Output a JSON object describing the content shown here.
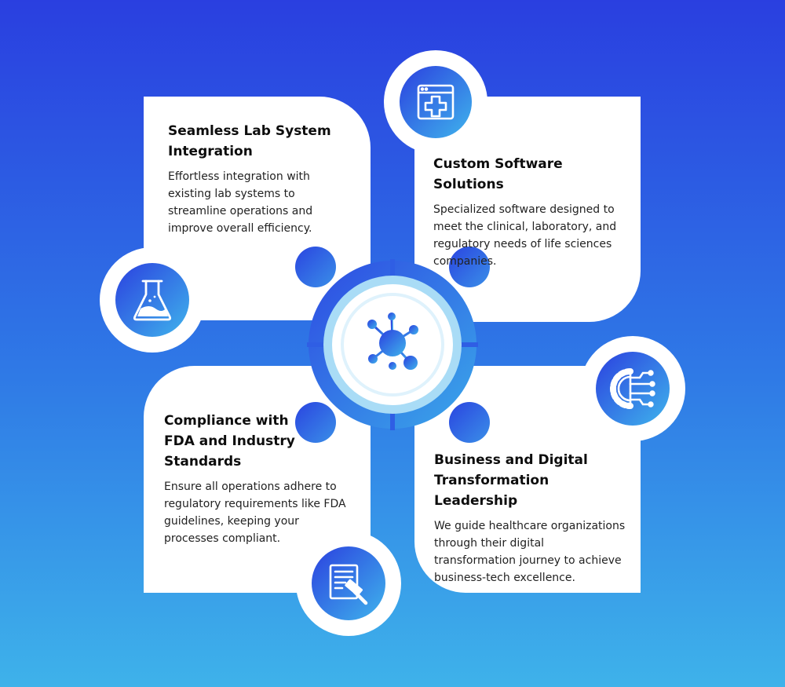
{
  "colors": {
    "card": "#ffffff",
    "icon_gradient_start": "#2b40df",
    "icon_gradient_end": "#3fb4ec",
    "hub_ring": "#a9dcf6"
  },
  "hub": {
    "icon": "virus-network-icon"
  },
  "cards": [
    {
      "title": "Seamless Lab System Integration",
      "description": "Effortless integration with existing lab systems to streamline operations and improve overall efficiency.",
      "icon": "flask-icon"
    },
    {
      "title": "Custom Software Solutions",
      "description": "Specialized software designed to meet the clinical, laboratory, and regulatory needs of life sciences companies.",
      "icon": "medical-window-icon"
    },
    {
      "title": "Compliance with FDA and Industry Standards",
      "description": "Ensure all operations adhere to regulatory requirements like FDA guidelines, keeping your processes compliant.",
      "icon": "document-gavel-icon"
    },
    {
      "title": "Business and Digital Transformation Leadership",
      "description": "We guide healthcare organizations through their digital transformation journey to achieve business-tech excellence.",
      "icon": "gear-circuit-icon"
    }
  ]
}
